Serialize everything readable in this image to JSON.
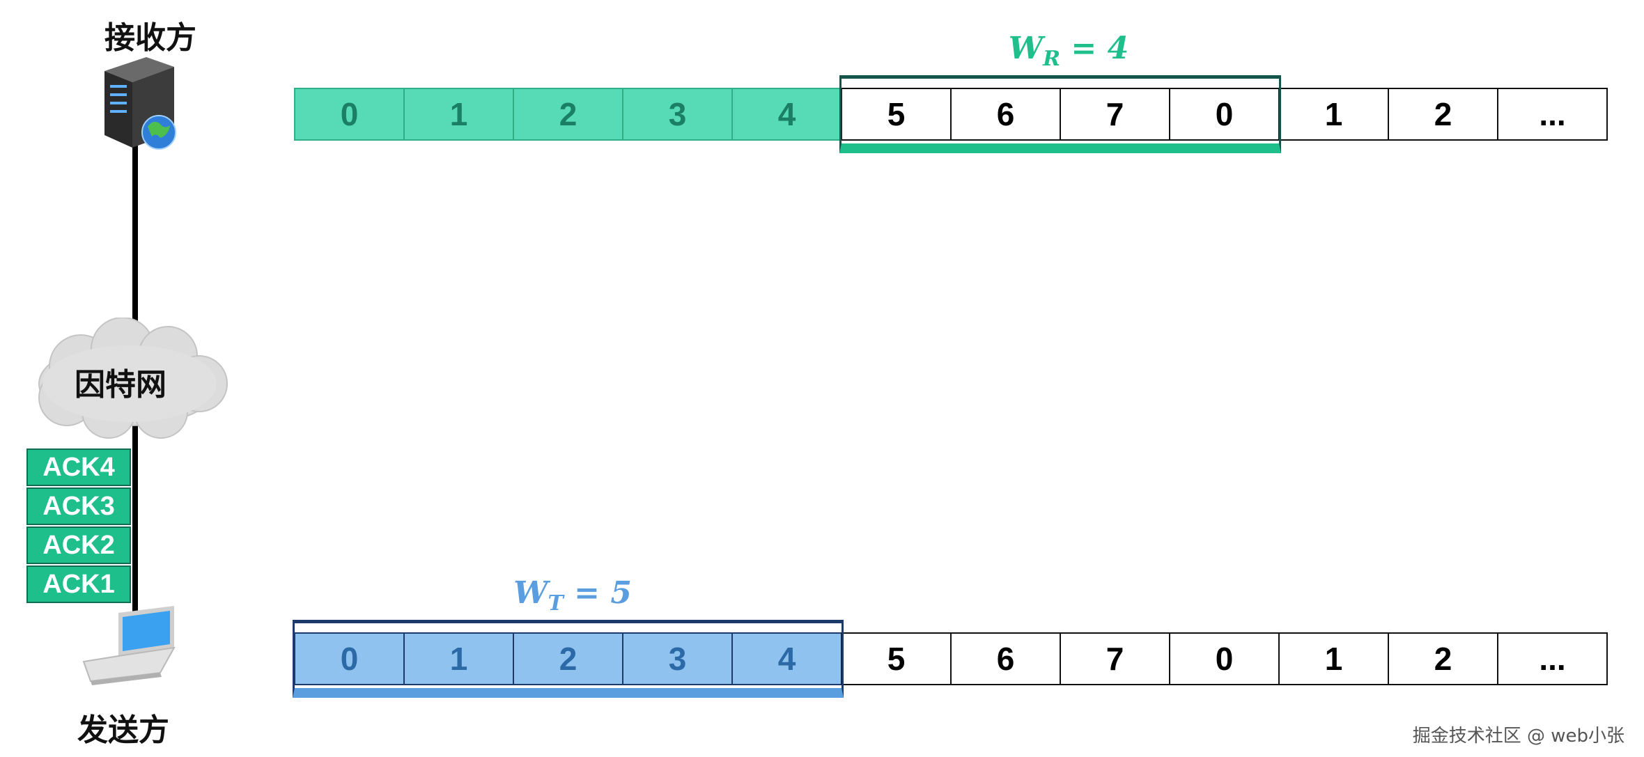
{
  "receiver": {
    "label": "接收方",
    "sequence": [
      "0",
      "1",
      "2",
      "3",
      "4",
      "5",
      "6",
      "7",
      "0",
      "1",
      "2",
      "..."
    ],
    "window": {
      "symbol": "W",
      "subscript": "R",
      "equals": " = 4",
      "color": "#1fbf8b",
      "size": 4,
      "start_index": 5
    },
    "acked_count": 5,
    "acked_fill": "#57dbb6"
  },
  "sender": {
    "label": "发送方",
    "sequence": [
      "0",
      "1",
      "2",
      "3",
      "4",
      "5",
      "6",
      "7",
      "0",
      "1",
      "2",
      "..."
    ],
    "window": {
      "symbol": "W",
      "subscript": "T",
      "equals": " = 5",
      "color": "#5b9ee0",
      "size": 5,
      "start_index": 0
    },
    "sent_count": 5,
    "sent_fill": "#90c2ef"
  },
  "network": {
    "label": "因特网"
  },
  "acks": [
    "ACK4",
    "ACK3",
    "ACK2",
    "ACK1"
  ],
  "ack_color": "#1fbf8b",
  "watermark": "掘金技术社区 @ web小张",
  "icons": {
    "receiver": "server-icon",
    "network": "cloud-icon",
    "sender": "laptop-icon"
  }
}
